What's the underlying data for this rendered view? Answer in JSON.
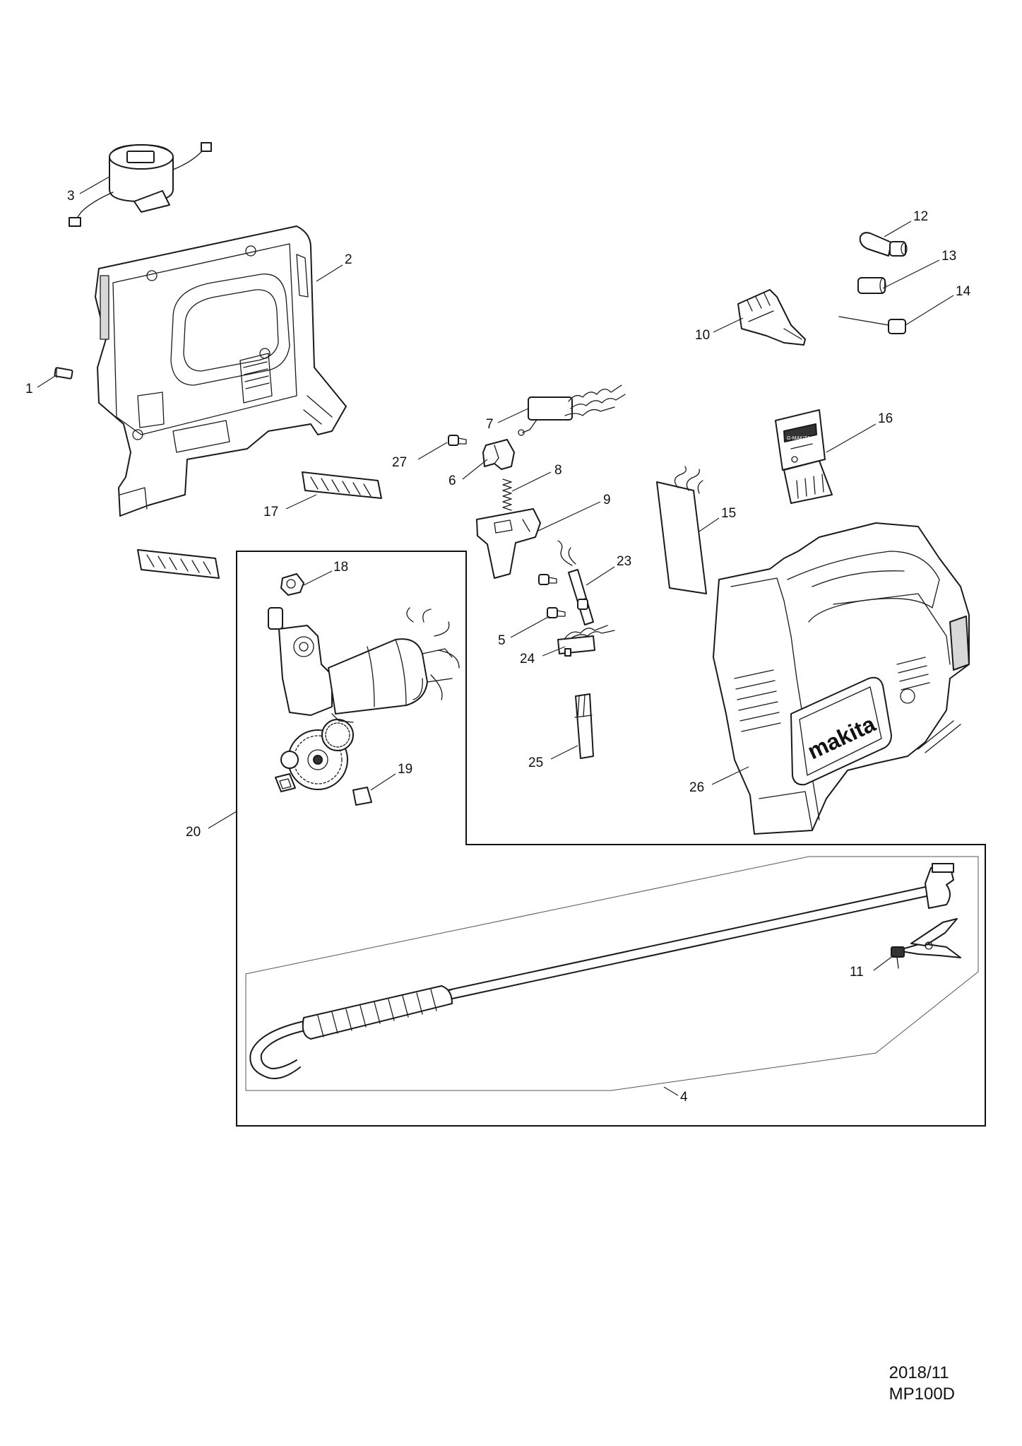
{
  "diagram": {
    "labels": [
      {
        "id": "1",
        "text": "1"
      },
      {
        "id": "2",
        "text": "2"
      },
      {
        "id": "3",
        "text": "3"
      },
      {
        "id": "4",
        "text": "4"
      },
      {
        "id": "5",
        "text": "5"
      },
      {
        "id": "6",
        "text": "6"
      },
      {
        "id": "7",
        "text": "7"
      },
      {
        "id": "8",
        "text": "8"
      },
      {
        "id": "9",
        "text": "9"
      },
      {
        "id": "10",
        "text": "10"
      },
      {
        "id": "11",
        "text": "11"
      },
      {
        "id": "12",
        "text": "12"
      },
      {
        "id": "13",
        "text": "13"
      },
      {
        "id": "14",
        "text": "14"
      },
      {
        "id": "15",
        "text": "15"
      },
      {
        "id": "16",
        "text": "16"
      },
      {
        "id": "17",
        "text": "17"
      },
      {
        "id": "18",
        "text": "18"
      },
      {
        "id": "19",
        "text": "19"
      },
      {
        "id": "20",
        "text": "20"
      },
      {
        "id": "23",
        "text": "23"
      },
      {
        "id": "24",
        "text": "24"
      },
      {
        "id": "25",
        "text": "25"
      },
      {
        "id": "26",
        "text": "26"
      },
      {
        "id": "27",
        "text": "27"
      }
    ],
    "brand_text": "makita",
    "display_text": "",
    "controller_text": "G-MAKITA"
  },
  "footer": {
    "date": "2018/11",
    "model": "MP100D"
  }
}
